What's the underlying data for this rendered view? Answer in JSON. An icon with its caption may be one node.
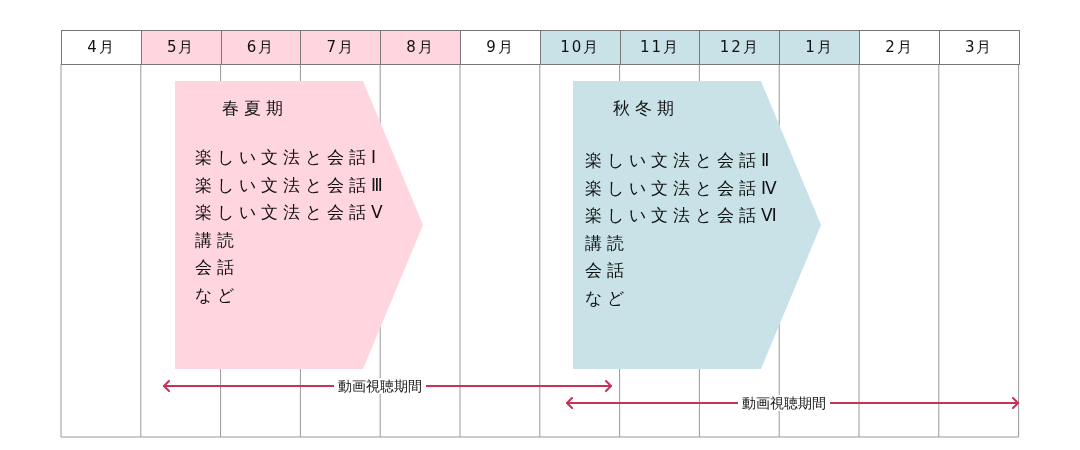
{
  "diagram": {
    "nodes": [
      {
        "text": [
          "春夏期",
          "楽しい文法と会話Ⅰ",
          "楽しい文法と会話Ⅲ",
          "楽しい文法と会話Ⅴ",
          "講読",
          "会話",
          "など"
        ]
      },
      {
        "text": [
          "秋冬期",
          "楽しい文法と会話Ⅱ",
          "楽しい文法と会話Ⅳ",
          "楽しい文法と会話Ⅵ",
          "講読",
          "会話",
          "など"
        ]
      }
    ],
    "labels": [
      "4月",
      "5月",
      "6月",
      "7月",
      "8月",
      "9月",
      "10月",
      "11月",
      "12月",
      "1月",
      "2月",
      "3月",
      "動画視聴期間",
      "動画視聴期間"
    ]
  }
}
